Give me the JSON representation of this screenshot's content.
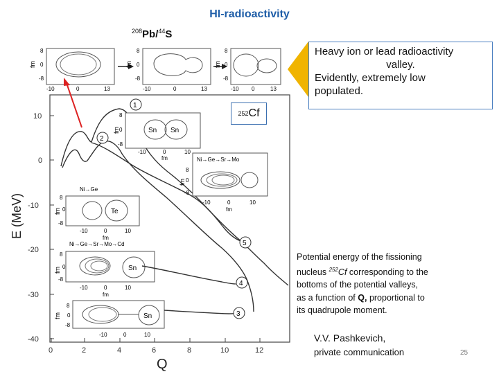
{
  "title": "HI-radioactivity",
  "pb_label": {
    "mass1": "208",
    "el1": "Pb/",
    "mass2": "44",
    "el2": "S"
  },
  "cf_label": {
    "mass": "252",
    "el": "Cf"
  },
  "callout": {
    "line1": "Heavy ion or lead radioactivity",
    "line2": "valley.",
    "line3": "Evidently, extremely  low",
    "line4": "populated."
  },
  "caption": {
    "l1": "Potential energy of the fissioning",
    "l2a": "nucleus ",
    "l2b": "252",
    "l2c": "Cf",
    "l2d": " corresponding to the",
    "l3": "bottoms of the potential valleys,",
    "l4a": "as a function of ",
    "l4b": "Q,",
    "l4c": " proportional to",
    "l5": "its quadrupole moment."
  },
  "author": "V.V. Pashkevich,",
  "private": "private communication",
  "page_number": "25",
  "colors": {
    "title": "#1f5ea8",
    "arrow": "#f0b400",
    "red_arrow": "#dd2222",
    "callout_border": "#4a7fc0"
  },
  "figure": {
    "xlabel": "Q",
    "ylabel": "E (MeV)",
    "xticks": [
      "0",
      "2",
      "4",
      "6",
      "8",
      "10",
      "12"
    ],
    "yticks": [
      "10",
      "0",
      "-10",
      "-20",
      "-30",
      "-40"
    ],
    "curve_labels": [
      "1",
      "2",
      "3",
      "4",
      "5"
    ],
    "top_insets": {
      "fm": "fm",
      "yt": [
        "8",
        "0",
        "-8"
      ],
      "xt": [
        "-10",
        "0",
        "13"
      ]
    },
    "inset_sn_sn": {
      "l1": "Sn",
      "l2": "Sn",
      "fm": "fm",
      "yt": [
        "8",
        "0",
        "-8"
      ],
      "xt": [
        "-10",
        "0",
        "10"
      ],
      "xfm": "fm"
    },
    "inset_nimo": {
      "txt": "Ni→Ge→Sr→Mo",
      "fm": "fm",
      "yt": [
        "8",
        "0",
        "-8"
      ],
      "xt": [
        "-10",
        "0",
        "10"
      ],
      "xfm": "fm"
    },
    "inset_te": {
      "txt": "Ni→Ge",
      "el": "Te",
      "fm": "fm",
      "yt": [
        "8",
        "0",
        "-8"
      ],
      "xt": [
        "-10",
        "0",
        "10"
      ],
      "xfm": "fm"
    },
    "inset_sn1": {
      "txt": "Ni→Ge→Sr→Mo→Cd",
      "el": "Sn",
      "fm": "fm",
      "yt": [
        "8",
        "0",
        "-8"
      ],
      "xt": [
        "-10",
        "0",
        "10"
      ],
      "xfm": "fm"
    },
    "inset_sn2": {
      "el": "Sn",
      "fm": "fm",
      "yt": [
        "8",
        "0",
        "-8"
      ],
      "xt": [
        "-10",
        "0",
        "10"
      ]
    }
  }
}
